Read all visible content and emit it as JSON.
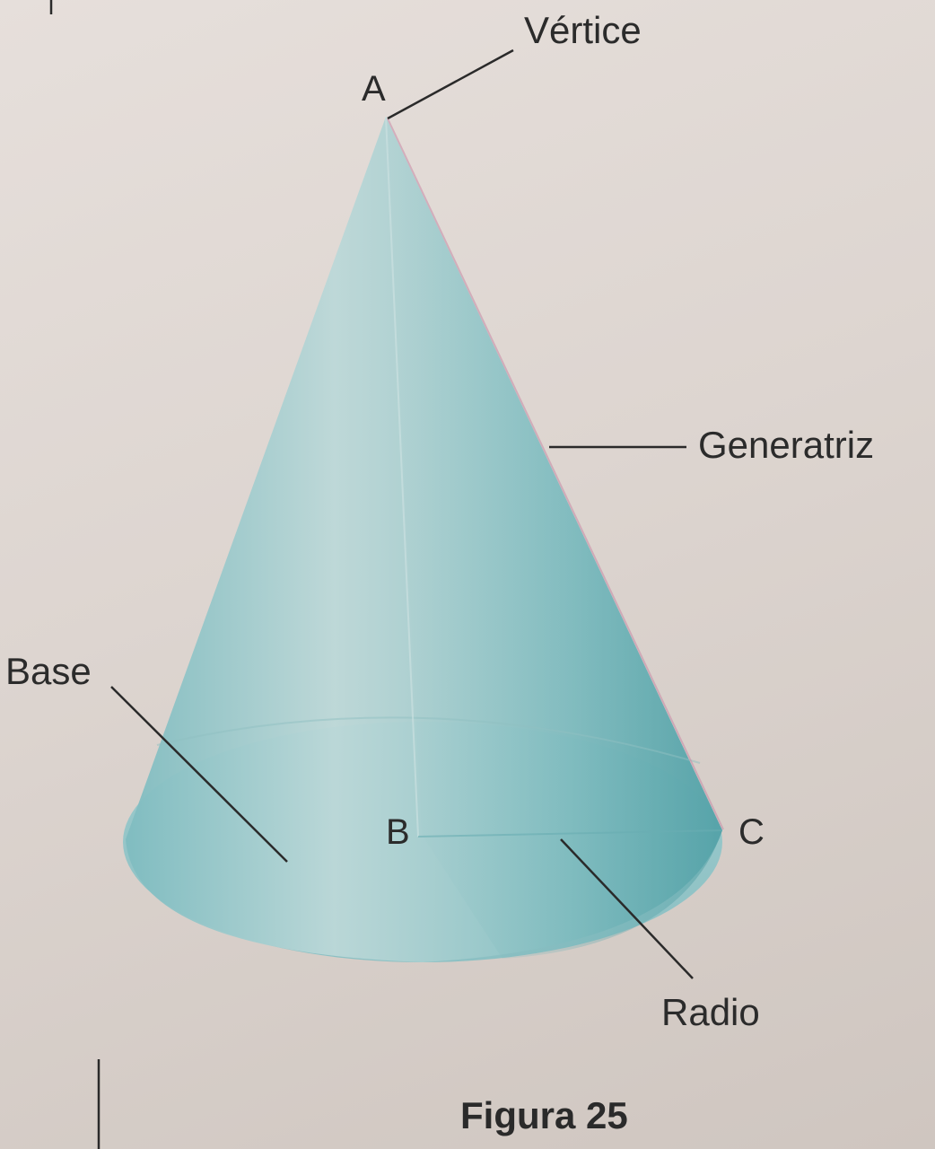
{
  "labels": {
    "vertex_point": "A",
    "center_point": "B",
    "edge_point": "C",
    "vertex": "Vértice",
    "generatrix": "Generatriz",
    "base": "Base",
    "radius": "Radio"
  },
  "caption": "Figura 25",
  "colors": {
    "cone_light": "#bcd9da",
    "cone_mid": "#8fc3c6",
    "cone_dark": "#5ea9ae",
    "leader_line": "#2a2a2a",
    "background": "#ddd5d0"
  }
}
